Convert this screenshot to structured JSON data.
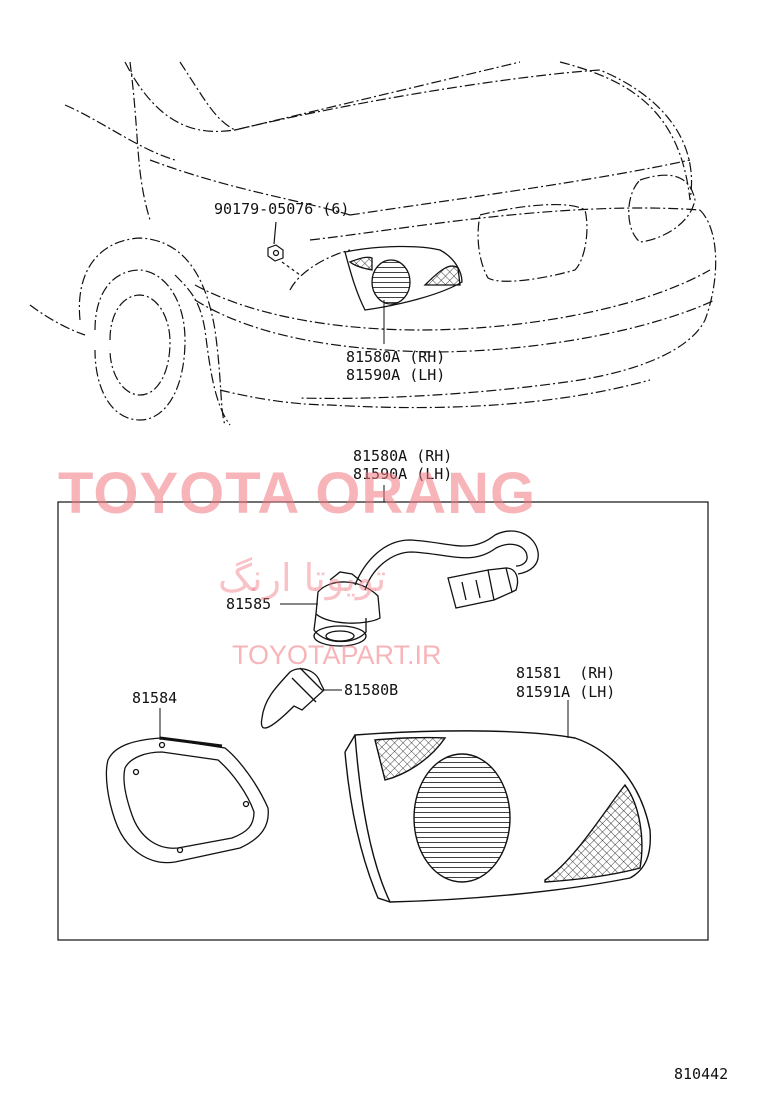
{
  "labels": {
    "bolt": "90179-05076 (6)",
    "lamp_assy_top_rh": "81580A (RH)",
    "lamp_assy_top_lh": "81590A (LH)",
    "lamp_assy_box_rh": "81580A (RH)",
    "lamp_assy_box_lh": "81590A (LH)",
    "socket": "81585",
    "bulb": "81580B",
    "gasket": "81584",
    "lens_rh": "81581  (RH)",
    "lens_lh": "81591A (LH)",
    "diagram_number": "810442"
  },
  "watermark": {
    "brand": "TOYOTA ORANG",
    "persian": "تویوتا ارنگ",
    "site": "TOYOTAPART.IR"
  },
  "colors": {
    "line": "#111111",
    "watermark": "#f07882"
  }
}
